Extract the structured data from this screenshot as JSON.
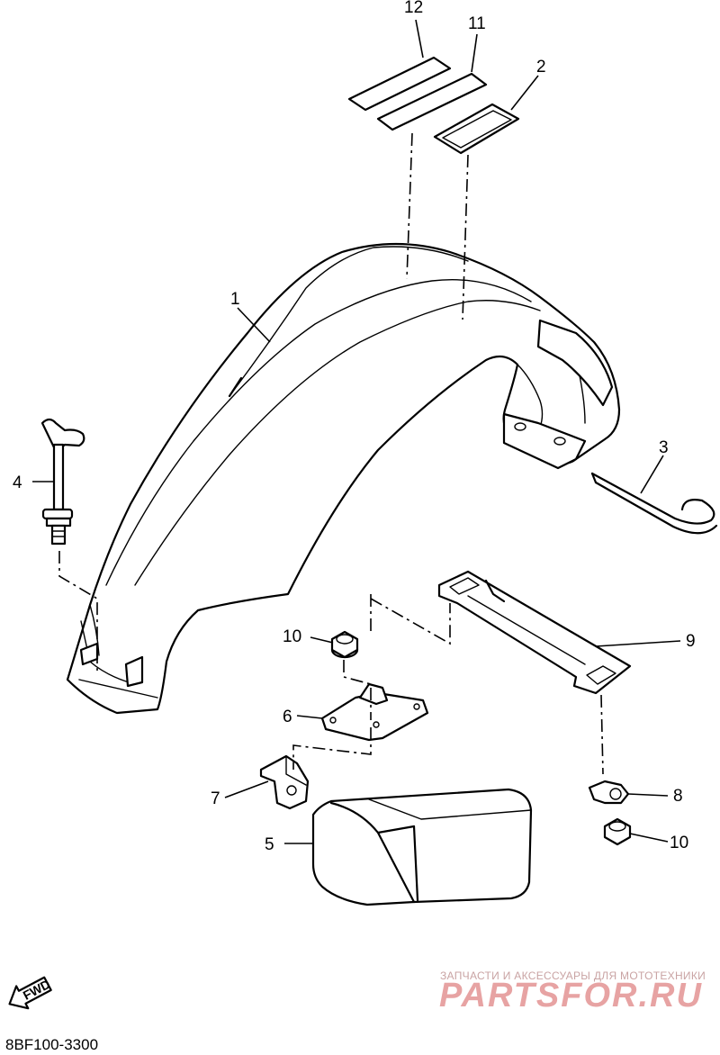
{
  "diagram": {
    "callouts": {
      "p1": "1",
      "p2": "2",
      "p3": "3",
      "p4": "4",
      "p5": "5",
      "p6": "6",
      "p7": "7",
      "p8": "8",
      "p9": "9",
      "p10a": "10",
      "p10b": "10",
      "p11": "11",
      "p12": "12"
    },
    "fwd_label": "FWD",
    "diagram_code": "8BF100-3300"
  },
  "watermark": {
    "subtitle": "ЗАПЧАСТИ И АКСЕССУАРЫ ДЛЯ МОТОТЕХНИКИ",
    "brand": "PARTSFOR.RU",
    "color": "#e7a3a3"
  }
}
